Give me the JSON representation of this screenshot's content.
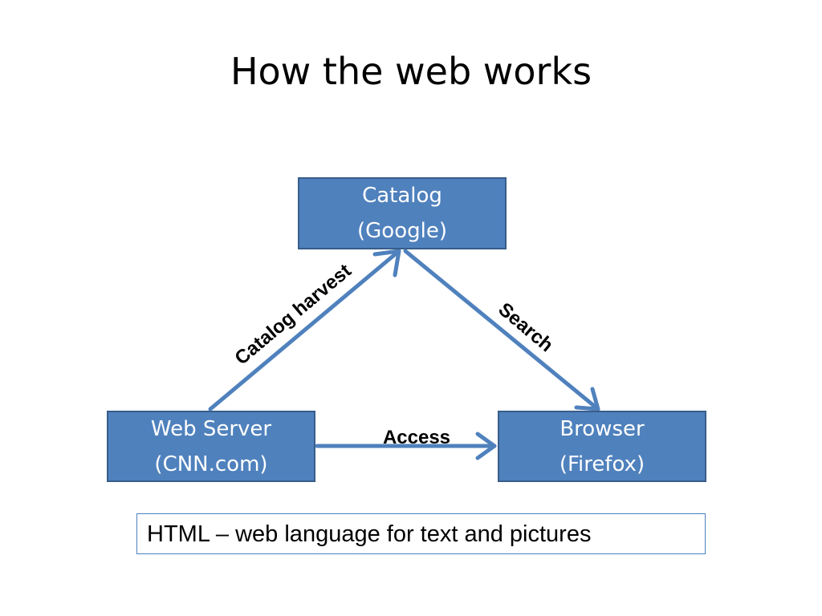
{
  "slide": {
    "title": "How the web works"
  },
  "nodes": {
    "catalog": {
      "line1": "Catalog",
      "line2": "(Google)"
    },
    "server": {
      "line1": "Web Server",
      "line2": "(CNN.com)"
    },
    "browser": {
      "line1": "Browser",
      "line2": "(Firefox)"
    }
  },
  "edges": {
    "harvest": "Catalog harvest",
    "search": "Search",
    "access": "Access"
  },
  "note": "HTML – web language for text and pictures",
  "colors": {
    "node_fill": "#4f81bd",
    "node_border": "#385d8a",
    "arrow": "#4f81bd"
  }
}
